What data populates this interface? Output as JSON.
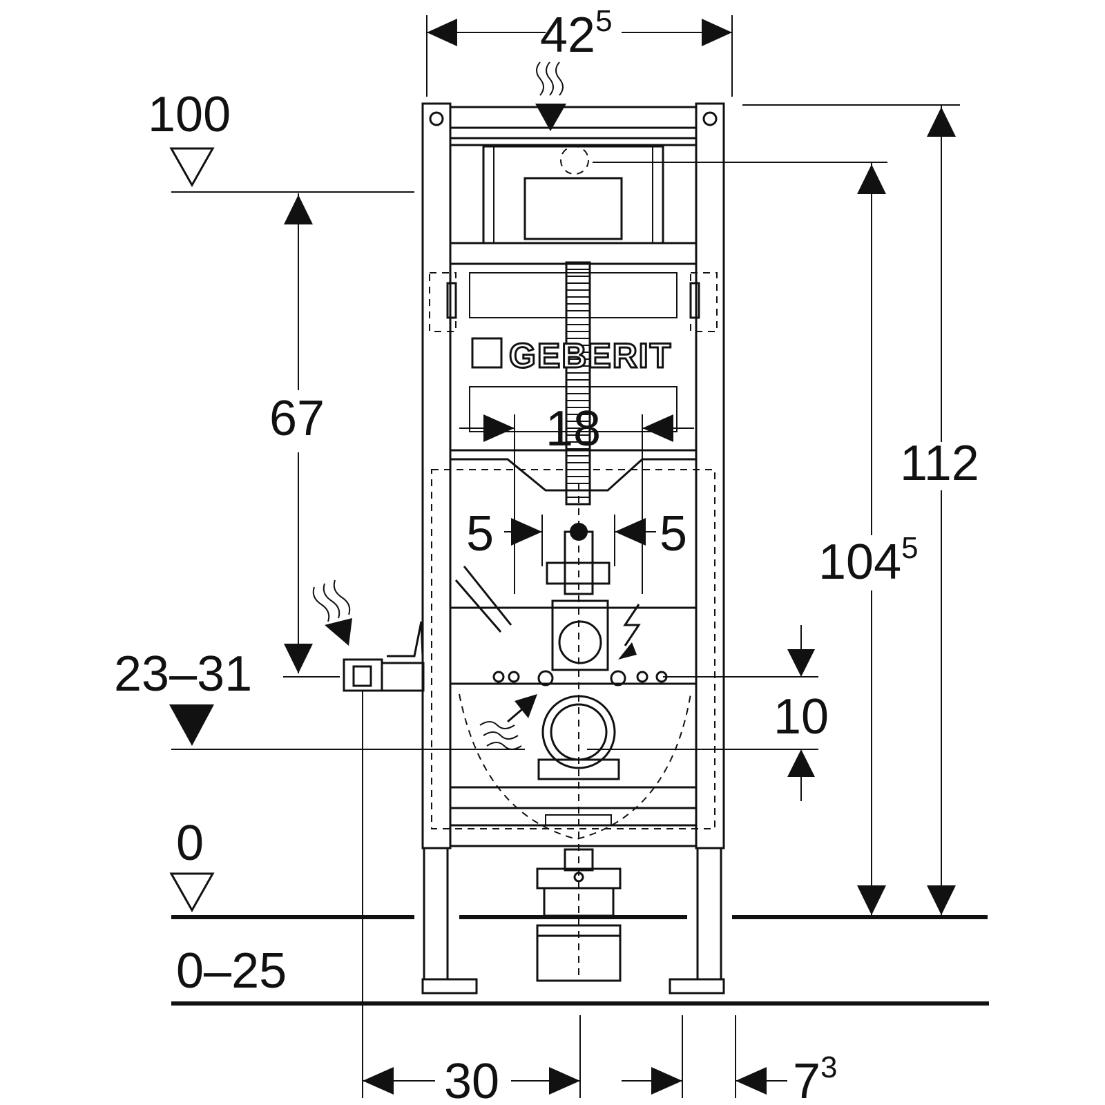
{
  "brand": {
    "logo_text": "GEBERIT"
  },
  "dimensions": {
    "frame_width": {
      "value": "42",
      "sup": "5"
    },
    "level_top": "100",
    "height_67": "67",
    "spacing_18": "18",
    "offset_left_5": "5",
    "offset_right_5": "5",
    "total_height_112": "112",
    "height_104": {
      "value": "104",
      "sup": "5"
    },
    "range_23_31": "23–31",
    "spacing_10": "10",
    "level_zero": "0",
    "range_0_25": "0–25",
    "bottom_30": "30",
    "bottom_7": {
      "value": "7",
      "sup": "3"
    }
  },
  "colors": {
    "line": "#111111",
    "background": "#ffffff"
  }
}
